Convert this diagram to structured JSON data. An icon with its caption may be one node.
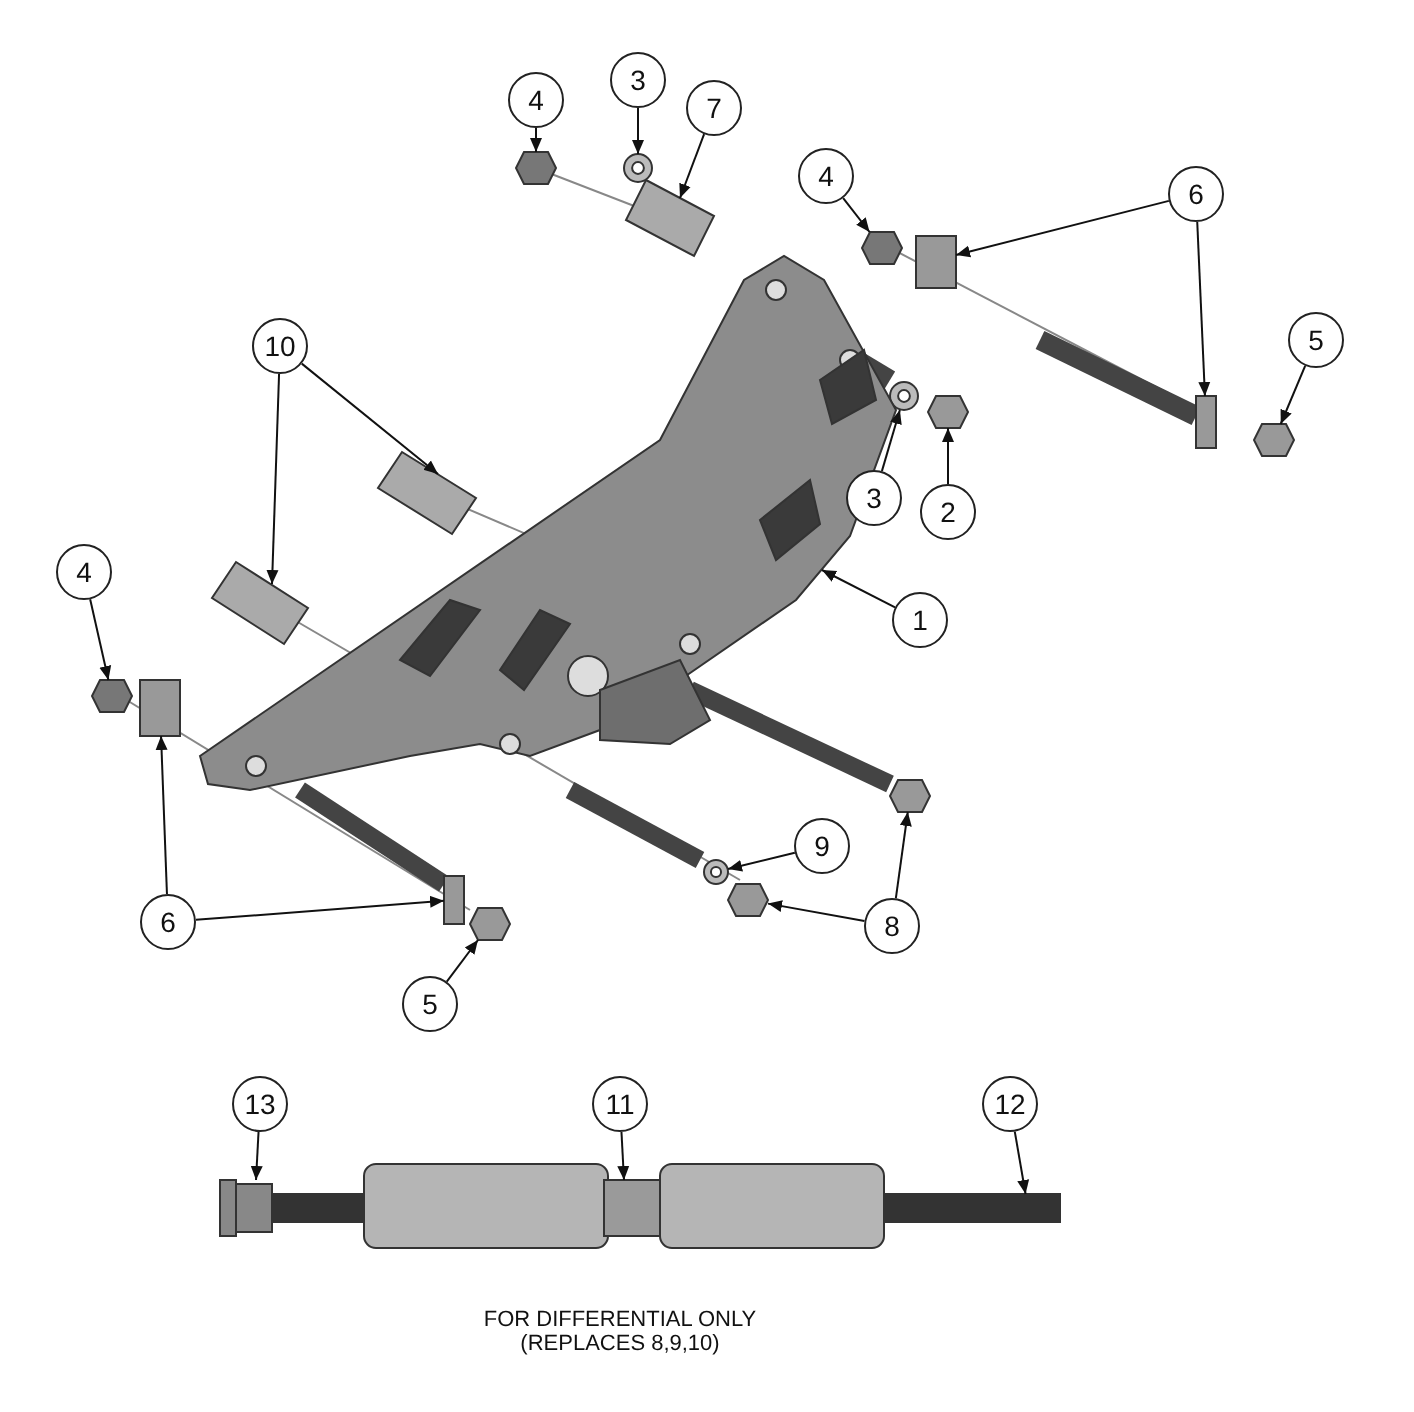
{
  "diagram": {
    "nodes": [
      {
        "text": [
          "4"
        ]
      },
      {
        "text": [
          "3"
        ]
      },
      {
        "text": [
          "7"
        ]
      },
      {
        "text": [
          "4"
        ]
      },
      {
        "text": [
          "6"
        ]
      },
      {
        "text": [
          "10"
        ]
      },
      {
        "text": [
          "5"
        ]
      },
      {
        "text": [
          "3"
        ]
      },
      {
        "text": [
          "2"
        ]
      },
      {
        "text": [
          "4"
        ]
      },
      {
        "text": [
          "1"
        ]
      },
      {
        "text": [
          "9"
        ]
      },
      {
        "text": [
          "6"
        ]
      },
      {
        "text": [
          "8"
        ]
      },
      {
        "text": [
          "5"
        ]
      },
      {
        "text": [
          "13"
        ]
      },
      {
        "text": [
          "11"
        ]
      },
      {
        "text": [
          "12"
        ]
      },
      {
        "text": [],
        "shape": "hexagon"
      },
      {
        "text": [],
        "shape": "circle"
      },
      {
        "text": [],
        "shape": "cylinder"
      },
      {
        "text": [],
        "shape": "hexagon"
      },
      {
        "text": [],
        "shape": "box"
      },
      {
        "text": [],
        "shape": "box"
      },
      {
        "text": [],
        "shape": "cylinder"
      },
      {
        "text": [],
        "shape": "cylinder"
      },
      {
        "text": [],
        "shape": "hexagon"
      },
      {
        "text": [],
        "shape": "circle"
      },
      {
        "text": [],
        "shape": "hexagon"
      },
      {
        "text": [],
        "shape": "hexagon"
      },
      {
        "text": [],
        "shape": "picture"
      },
      {
        "text": [],
        "shape": "circle"
      },
      {
        "text": [],
        "shape": "box"
      },
      {
        "text": [],
        "shape": "box"
      },
      {
        "text": [],
        "shape": "hexagon"
      },
      {
        "text": [],
        "shape": "hexagon"
      },
      {
        "text": [],
        "shape": "hexagon"
      },
      {
        "text": [],
        "shape": "picture"
      },
      {
        "text": [],
        "shape": "picture"
      },
      {
        "text": [],
        "shape": "bar"
      }
    ],
    "edges": [
      {
        "from": 0,
        "to": 18,
        "arrow": "to"
      },
      {
        "from": 1,
        "to": 19,
        "arrow": "to"
      },
      {
        "from": 2,
        "to": 20,
        "arrow": "to"
      },
      {
        "from": 3,
        "to": 21,
        "arrow": "to"
      },
      {
        "from": 4,
        "to": 22,
        "arrow": "to"
      },
      {
        "from": 4,
        "to": 23,
        "arrow": "to"
      },
      {
        "from": 5,
        "to": 24,
        "arrow": "to"
      },
      {
        "from": 5,
        "to": 25,
        "arrow": "to"
      },
      {
        "from": 6,
        "to": 26,
        "arrow": "to"
      },
      {
        "from": 7,
        "to": 27,
        "arrow": "to"
      },
      {
        "from": 8,
        "to": 28,
        "arrow": "to"
      },
      {
        "from": 9,
        "to": 29,
        "arrow": "to"
      },
      {
        "from": 10,
        "to": 30,
        "arrow": "to"
      },
      {
        "from": 11,
        "to": 31,
        "arrow": "to"
      },
      {
        "from": 12,
        "to": 32,
        "arrow": "to"
      },
      {
        "from": 12,
        "to": 33,
        "arrow": "to"
      },
      {
        "from": 13,
        "to": 34,
        "arrow": "to"
      },
      {
        "from": 13,
        "to": 35,
        "arrow": "to"
      },
      {
        "from": 14,
        "to": 36,
        "arrow": "to"
      },
      {
        "from": 15,
        "to": 37,
        "arrow": "to"
      },
      {
        "from": 16,
        "to": 38,
        "arrow": "to"
      },
      {
        "from": 17,
        "to": 39,
        "arrow": "to"
      }
    ],
    "labels": [
      "FOR DIFFERENTIAL ONLY (REPLACES 8,9,10)"
    ]
  }
}
